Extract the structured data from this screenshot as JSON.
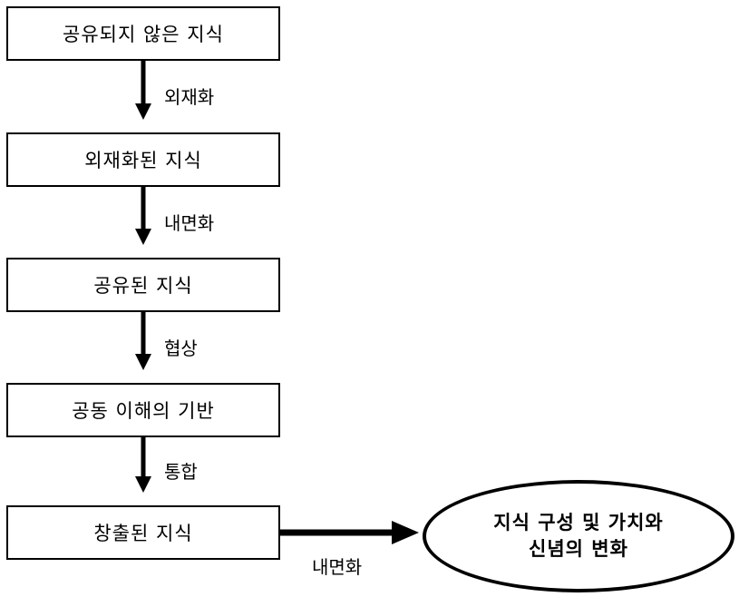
{
  "stages": [
    {
      "label": "공유되지 않은 지식"
    },
    {
      "label": "외재화된 지식"
    },
    {
      "label": "공유된 지식"
    },
    {
      "label": "공동 이해의 기반"
    },
    {
      "label": "창출된 지식"
    }
  ],
  "transitions": [
    {
      "label": "외재화"
    },
    {
      "label": "내면화"
    },
    {
      "label": "협상"
    },
    {
      "label": "통합"
    }
  ],
  "result": {
    "line1": "지식 구성 및 가치와",
    "line2": "신념의 변화",
    "arrow_label": "내면화"
  }
}
